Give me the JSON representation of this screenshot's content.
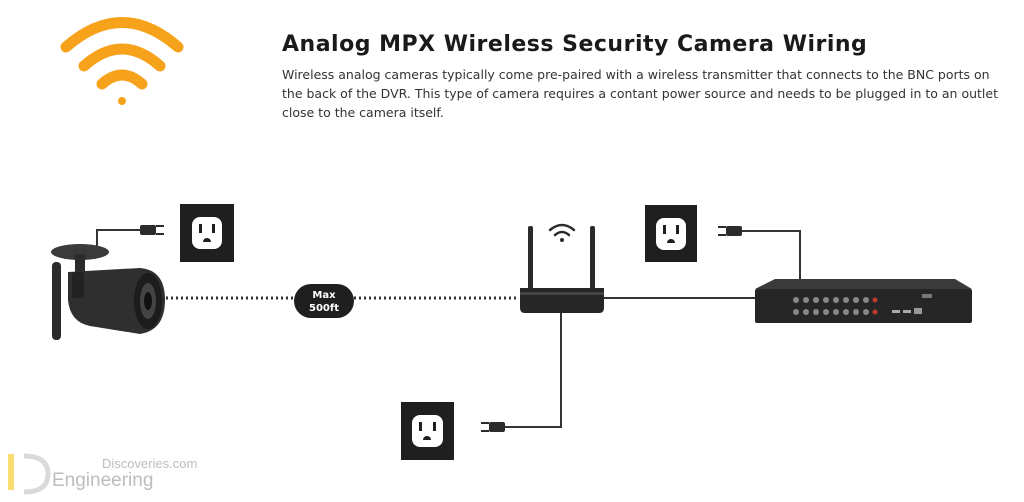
{
  "header": {
    "title": "Analog MPX Wireless Security Camera Wiring",
    "description": "Wireless analog cameras typically come pre-paired with a wireless transmitter that connects to the BNC ports on the back of the DVR. This type of camera requires a contant power source and needs to be plugged in to an outlet close to the camera itself."
  },
  "diagram": {
    "range_badge_line1": "Max",
    "range_badge_line2": "500ft"
  },
  "watermark": {
    "small": "Discoveries.com",
    "big": "Engineering",
    "logo_letters": "ED"
  },
  "colors": {
    "accent_orange": "#f7a21b",
    "device_dark": "#2b2b2b",
    "wire": "#333333"
  }
}
